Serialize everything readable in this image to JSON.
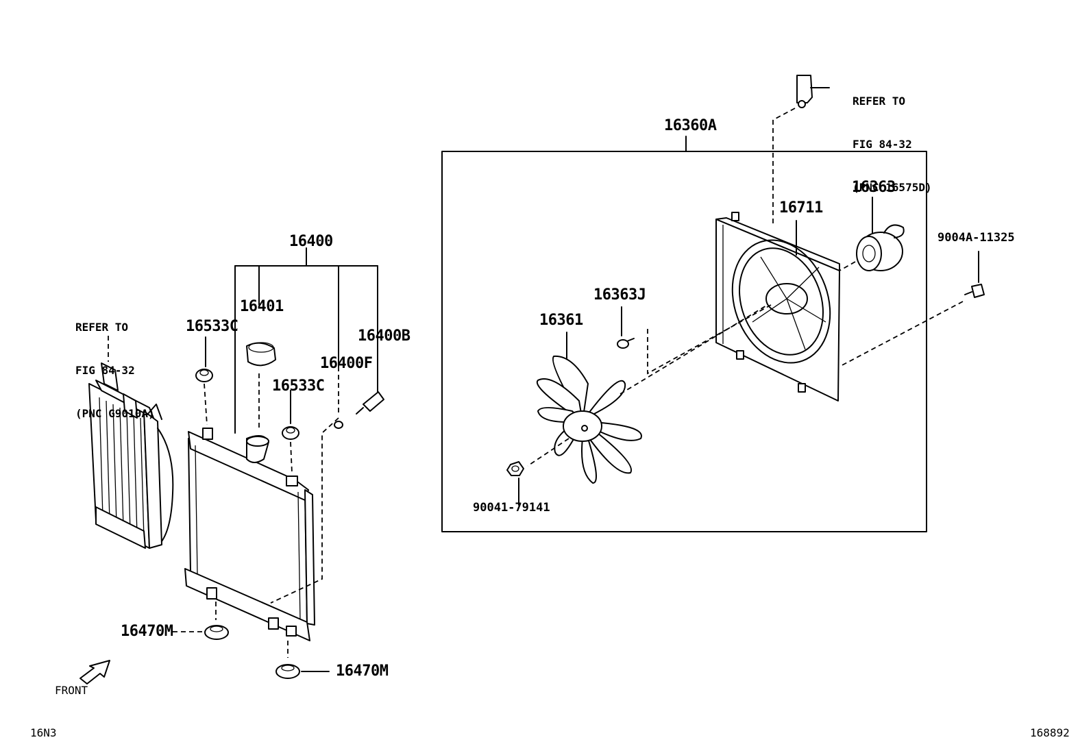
{
  "diagram": {
    "parts": {
      "p16400": "16400",
      "p16401": "16401",
      "p16533C_a": "16533C",
      "p16533C_b": "16533C",
      "p16400F": "16400F",
      "p16400B": "16400B",
      "p16470M_a": "16470M",
      "p16470M_b": "16470M",
      "p16360A": "16360A",
      "p16711": "16711",
      "p16363": "16363",
      "p16363J": "16363J",
      "p16361": "16361",
      "p9004A": "9004A-11325",
      "p90041": "90041-79141"
    },
    "refer_left": {
      "line1": "REFER TO",
      "line2": "FIG 84-32",
      "line3": "(PNC G9010A)"
    },
    "refer_top": {
      "line1": "REFER TO",
      "line2": "FIG 84-32",
      "line3": "(PNC 16575D)"
    },
    "front_label": "FRONT",
    "footer_left": "16N3",
    "footer_right": "168892"
  }
}
